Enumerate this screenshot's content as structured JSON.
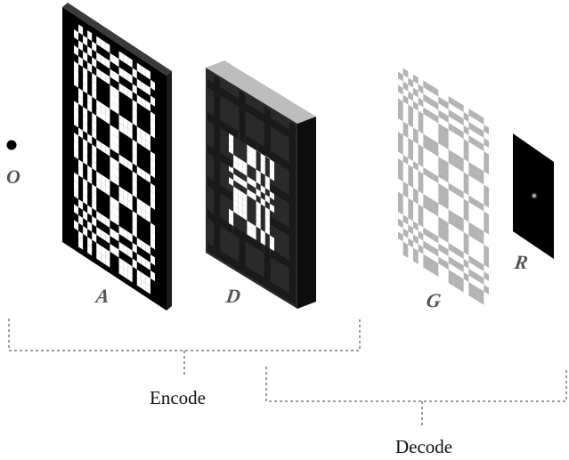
{
  "labels": {
    "O": "O",
    "A": "A",
    "D": "D",
    "G": "G",
    "R": "R",
    "encode": "Encode",
    "decode": "Decode"
  },
  "colors": {
    "mask_black": "#000000",
    "mask_white": "#ffffff",
    "panel_dark": "#2a2a2a",
    "panel_side": "#0d0d0d",
    "panel_top": "#bdbdbd",
    "pattern_gray": "#b3b3b3",
    "bracket": "#666666",
    "label_gray": "#555555"
  },
  "icons": {
    "object_point": "filled-dot",
    "mask_A": "coded-aperture-mask",
    "mask_D": "decoding-panel",
    "pattern_G": "gray-pattern",
    "sensor_R": "reconstruction-screen"
  }
}
